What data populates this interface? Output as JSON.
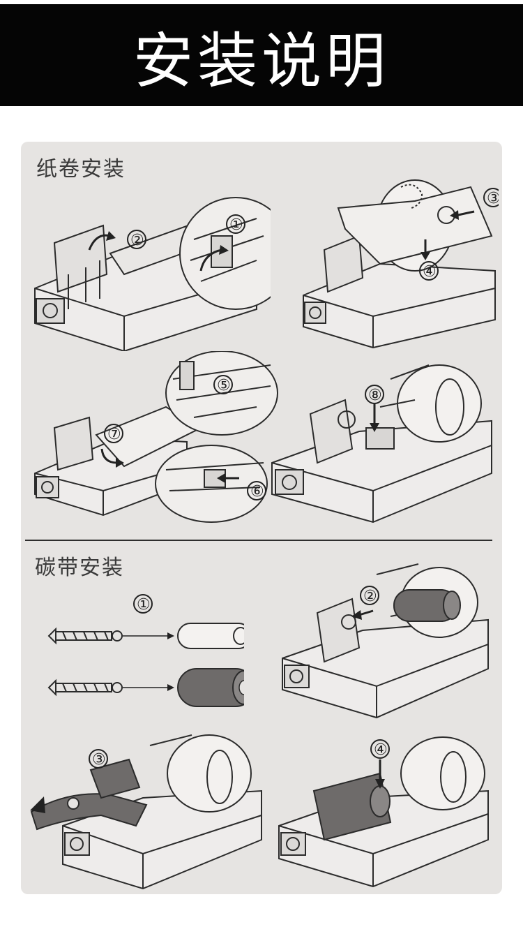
{
  "header": {
    "title": "安装说明"
  },
  "paper_section": {
    "title": "纸卷安装",
    "steps": [
      "①",
      "②",
      "③",
      "④",
      "⑤",
      "⑥",
      "⑦",
      "⑧"
    ]
  },
  "ribbon_section": {
    "title": "碳带安装",
    "steps": [
      "①",
      "②",
      "③",
      "④"
    ]
  },
  "colors": {
    "banner": "#050505",
    "sheet": "#e6e4e2",
    "line": "#2e2e2e",
    "ribbon_fill": "#6e6b6a"
  },
  "icons": [
    "printer-drawing",
    "paper-roll",
    "ribbon-roll",
    "ribbon-spindle",
    "arrow-icon",
    "zoom-circle"
  ]
}
